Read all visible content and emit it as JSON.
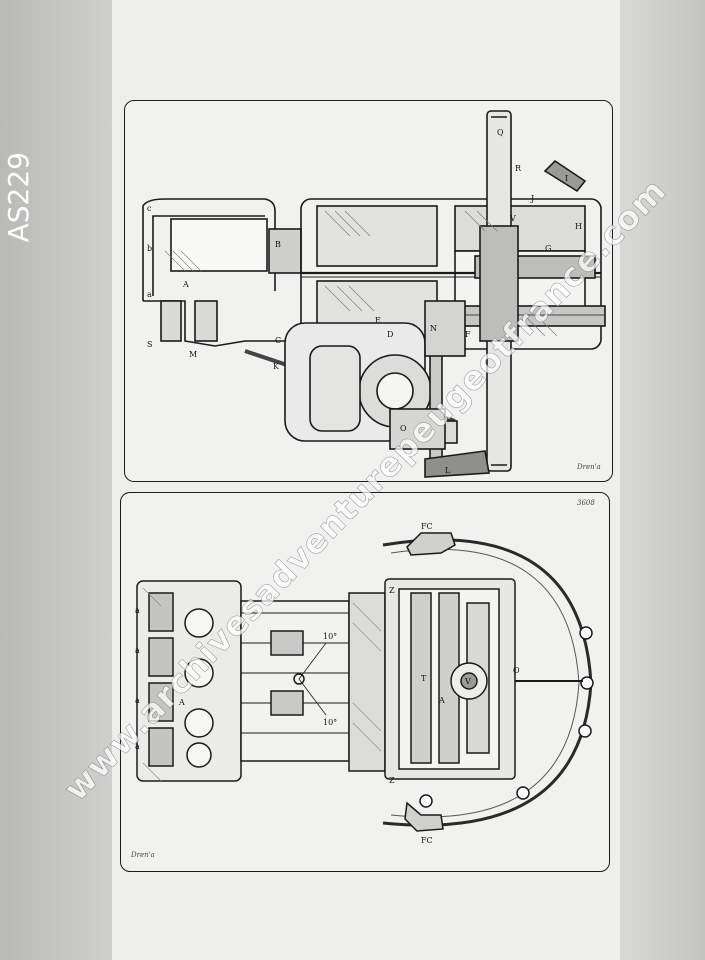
{
  "catalog_number": "AS229",
  "watermark": "www.archivesadventurepeugeotfrance.com",
  "plate_top": {
    "signature": "Dren'a",
    "corner_mark": "",
    "labels": [
      "a",
      "b",
      "c",
      "A",
      "B",
      "S",
      "M",
      "C",
      "K",
      "L",
      "N",
      "O",
      "D",
      "E",
      "F",
      "G",
      "H",
      "I",
      "J",
      "R",
      "V",
      "Q"
    ]
  },
  "plate_bottom": {
    "signature": "Dren'a",
    "reference": "3608",
    "labels": [
      "a",
      "a",
      "a",
      "a",
      "A",
      "FC",
      "FC",
      "Z",
      "Z",
      "V",
      "T",
      "A",
      "O",
      "10°",
      "10°"
    ]
  }
}
